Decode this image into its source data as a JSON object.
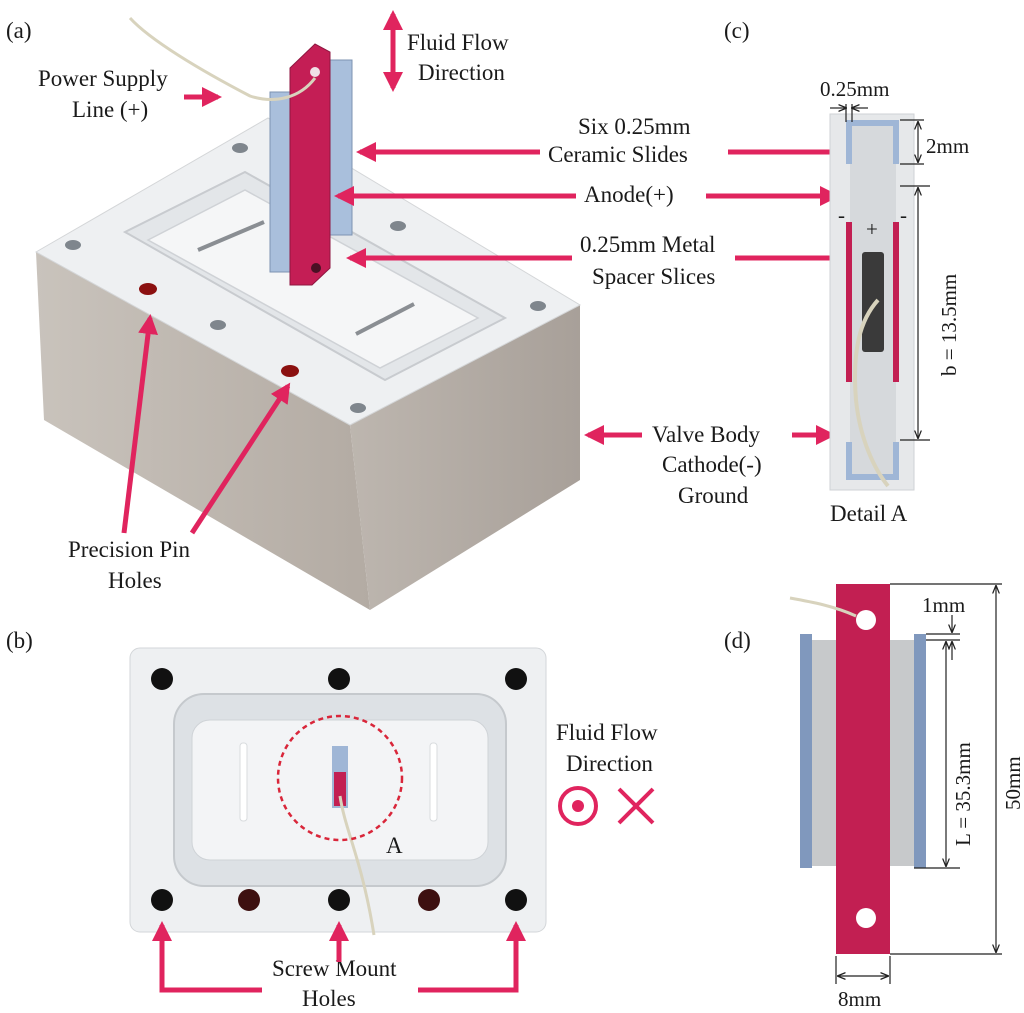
{
  "panels": {
    "a": "(a)",
    "b": "(b)",
    "c": "(c)",
    "d": "(d)"
  },
  "labels": {
    "fluid_flow_top": [
      "Fluid Flow",
      "Direction"
    ],
    "power_supply": [
      "Power Supply",
      "Line (+)"
    ],
    "ceramic_slides": [
      "Six 0.25mm",
      "Ceramic Slides"
    ],
    "anode": "Anode(+)",
    "spacer": [
      "0.25mm Metal",
      "Spacer Slices"
    ],
    "valve_body": [
      "Valve Body",
      "Cathode(-)",
      "Ground"
    ],
    "pin_holes": [
      "Precision Pin",
      "Holes"
    ],
    "screw_holes": [
      "Screw Mount",
      "Holes"
    ],
    "fluid_flow_b": [
      "Fluid Flow",
      "Direction"
    ],
    "detail_marker": "A",
    "detail_caption": "Detail A"
  },
  "dimensions": {
    "c_width": "0.25mm",
    "c_height": "2mm",
    "c_b": "b = 13.5mm",
    "c_plus": "+",
    "c_minus": "-",
    "d_1mm": "1mm",
    "d_L": "L = 35.3mm",
    "d_50": "50mm",
    "d_8": "8mm"
  },
  "colors": {
    "accent": "#e0245e",
    "slide": "#9fb6d6",
    "electrode": "#c21f52"
  }
}
